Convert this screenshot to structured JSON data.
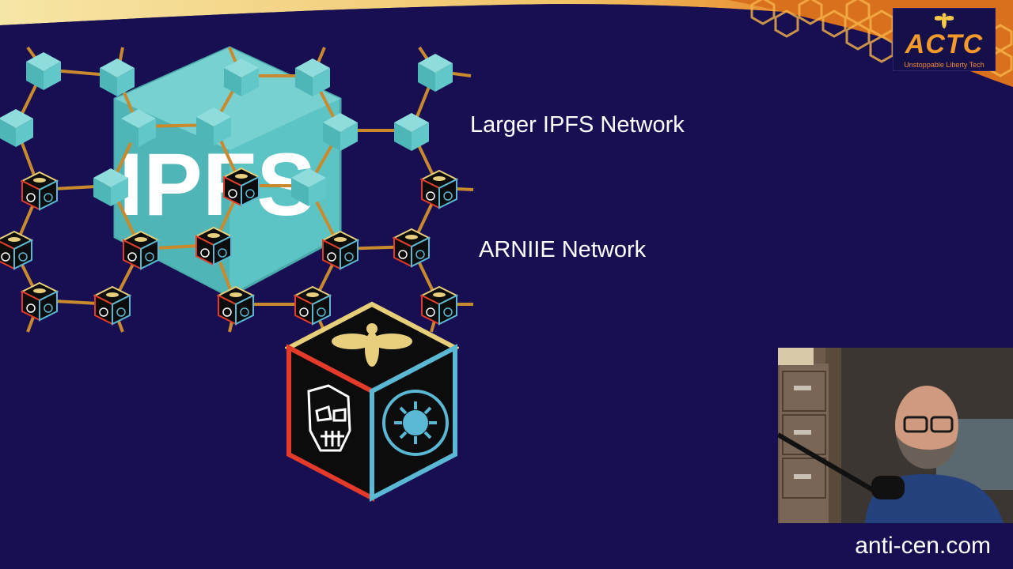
{
  "slide": {
    "label_ipfs": "Larger IPFS Network",
    "label_arniie": "ARNIIE Network",
    "hex_text": "IPFS",
    "footer_url": "anti-cen.com"
  },
  "logo": {
    "text": "ACTC",
    "tagline": "Unstoppable Liberty Tech"
  },
  "colors": {
    "background": "#170f52",
    "teal_cube": "#5cc4c4",
    "link": "#c98a2e",
    "accent": "#f39a2a"
  },
  "icons": {
    "ipfs_node": "teal-cube-icon",
    "arniie_node": "bee-skull-cube-icon",
    "webcam": "presenter-webcam"
  }
}
